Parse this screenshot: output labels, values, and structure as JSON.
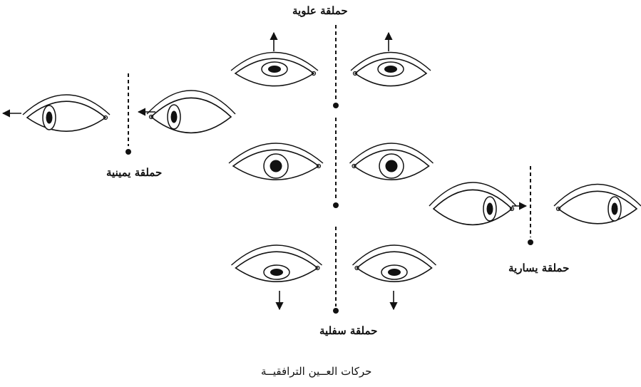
{
  "labels": {
    "top": "حملقة علوية",
    "bottom": "حملقة سفلية",
    "right_gaze": "حملقة يمينية",
    "left_gaze": "حملقة يسارية"
  },
  "caption": "حركات العــين الترافقيــة",
  "eyes": [
    {
      "id": "up-left",
      "gaze": "up"
    },
    {
      "id": "up-right",
      "gaze": "up"
    },
    {
      "id": "center-left",
      "gaze": "center"
    },
    {
      "id": "center-right",
      "gaze": "center"
    },
    {
      "id": "down-left",
      "gaze": "down"
    },
    {
      "id": "down-right",
      "gaze": "down"
    },
    {
      "id": "right-gaze-outer",
      "gaze": "right"
    },
    {
      "id": "right-gaze-inner",
      "gaze": "right"
    },
    {
      "id": "left-gaze-inner",
      "gaze": "left"
    },
    {
      "id": "left-gaze-outer",
      "gaze": "left"
    }
  ]
}
